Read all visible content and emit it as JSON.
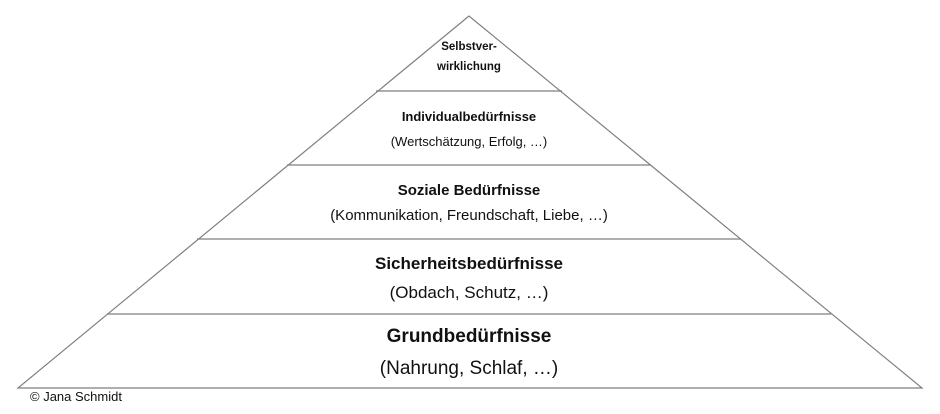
{
  "pyramid": {
    "levels": [
      {
        "title_lines": [
          "Selbstver-",
          "wirklichung"
        ],
        "subtitle": ""
      },
      {
        "title_lines": [
          "Individualbedürfnisse"
        ],
        "subtitle": "(Wertschätzung, Erfolg, …)"
      },
      {
        "title_lines": [
          "Soziale Bedürfnisse"
        ],
        "subtitle": "(Kommunikation, Freundschaft, Liebe, …)"
      },
      {
        "title_lines": [
          "Sicherheitsbedürfnisse"
        ],
        "subtitle": "(Obdach, Schutz, …)"
      },
      {
        "title_lines": [
          "Grundbedürfnisse"
        ],
        "subtitle": "(Nahrung, Schlaf, …)"
      }
    ]
  },
  "footer": {
    "copyright": "© Jana Schmidt"
  },
  "colors": {
    "outline": "#7f7f7f",
    "text": "#111111",
    "background": "#ffffff"
  }
}
